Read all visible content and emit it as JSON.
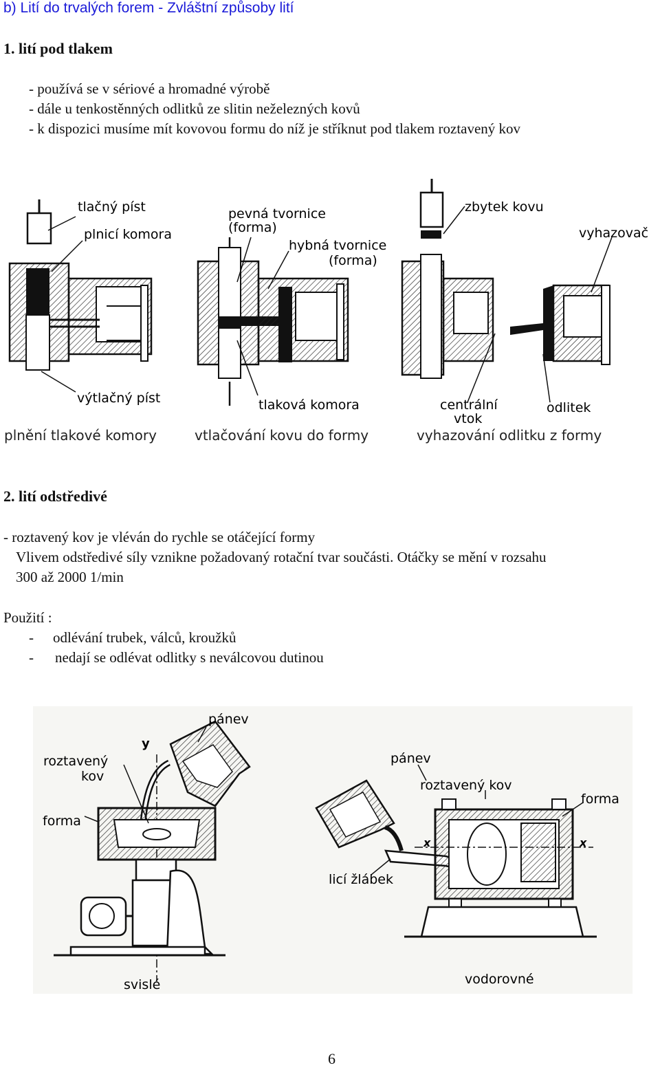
{
  "header": {
    "title": "b)  Lití do trvalých forem - Zvláštní způsoby lití"
  },
  "section1": {
    "title": "1. lití pod tlakem",
    "bullets": [
      "- používá se v sériové a hromadné výrobě",
      "- dále u tenkostěnných odlitků ze slitin neželezných kovů",
      "- k dispozici musíme mít kovovou formu do níž je stříknut pod tlakem roztavený kov"
    ]
  },
  "figure1": {
    "labels": {
      "tlacny_pist": "tlačný píst",
      "plnici_komora": "plnicí komora",
      "vytlacny_pist": "výtlačný píst",
      "pevna_tvornice_1": "pevná  tvornice",
      "pevna_tvornice_2": "(forma)",
      "hybna_tvornice_1": "hybná  tvornice",
      "hybna_tvornice_2": "(forma)",
      "tlakova_komora": "tlaková  komora",
      "zbytek_kovu": "zbytek kovu",
      "vyhazovac": "vyhazovač",
      "centralni_1": "centrální",
      "centralni_2": "vtok",
      "odlitek": "odlitek"
    },
    "captions": [
      "plnění tlakové komory",
      "vtlačování kovu do formy",
      "vyhazování odlitku z formy"
    ]
  },
  "section2": {
    "title": "2. lití odstředivé",
    "lines": [
      "- roztavený kov je vléván do rychle se otáčející formy",
      "Vlivem odstředivé síly vznikne požadovaný rotační tvar součásti. Otáčky se mění v rozsahu",
      "300 až 2000 1/min"
    ],
    "usage_title": "Použití :",
    "usage": [
      {
        "dash": "-",
        "text": "odlévání trubek, válců, kroužků"
      },
      {
        "dash": "-",
        "text": "nedají se odlévat odlitky s neválcovou dutinou"
      }
    ]
  },
  "figure2": {
    "labels": {
      "panev_left": "pánev",
      "y_axis": "y",
      "roztaveny_kov_left_1": "roztavený",
      "roztaveny_kov_left_2": "kov",
      "forma_left": "forma",
      "svisle": "svislé",
      "panev_right": "pánev",
      "roztaveny_kov_right": "roztavený  kov",
      "forma_right": "forma",
      "x_left": "x",
      "x_right": "x",
      "lici_zlabek": "licí  žlábek",
      "vodorovne": "vodorovné"
    }
  },
  "footer": {
    "page_number": "6"
  }
}
